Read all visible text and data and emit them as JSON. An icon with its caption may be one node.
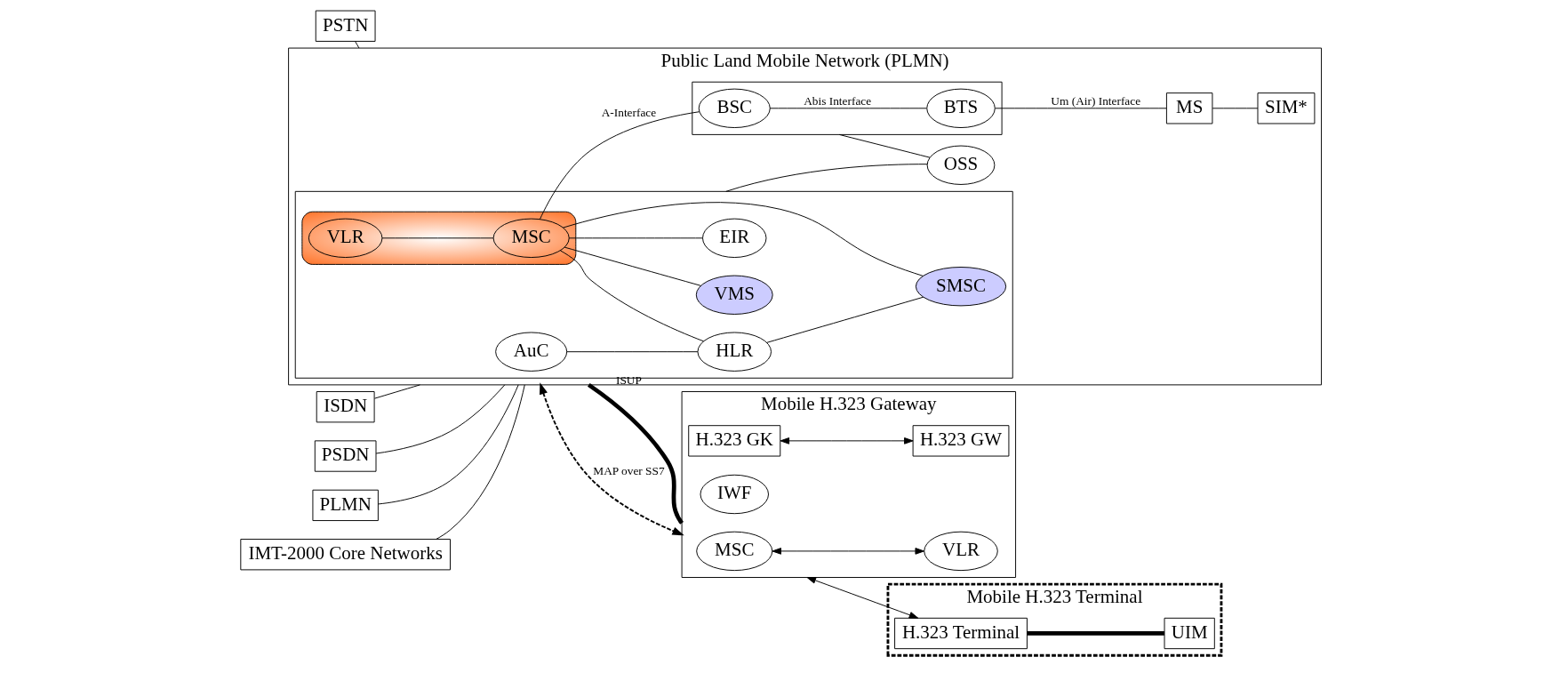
{
  "diagram": {
    "nodes": [
      {
        "text": [
          "PSTN"
        ]
      },
      {
        "text": [
          "ISDN"
        ]
      },
      {
        "text": [
          "PSDN"
        ]
      },
      {
        "text": [
          "PLMN"
        ]
      },
      {
        "text": [
          "IMT-2000 Core Networks"
        ]
      },
      {
        "text": [
          "Public Land Mobile Network (PLMN)"
        ]
      },
      {
        "text": [],
        "shape": "box",
        "in": 5
      },
      {
        "text": [
          "AuC"
        ],
        "in": 6
      },
      {
        "text": [
          "SMSC"
        ],
        "in": 6
      },
      {
        "text": [
          "HLR"
        ],
        "in": 6
      },
      {
        "text": [
          "VMS"
        ],
        "in": 6
      },
      {
        "text": [],
        "shape": "ellipse",
        "in": 6
      },
      {
        "text": [
          "VLR"
        ],
        "in": 11
      },
      {
        "text": [
          "EIR"
        ],
        "in": 6
      },
      {
        "text": [
          "MSC"
        ],
        "in": 11
      },
      {
        "text": [],
        "shape": "box",
        "in": 5
      },
      {
        "text": [
          "BSC"
        ],
        "in": 15
      },
      {
        "text": [
          "BTS"
        ],
        "in": 15
      },
      {
        "text": [
          "OSS"
        ],
        "in": 5
      },
      {
        "text": [
          "MS"
        ],
        "in": 5
      },
      {
        "text": [
          "SIM*"
        ],
        "in": 5
      },
      {
        "text": [
          "Mobile H.323 Gateway"
        ]
      },
      {
        "text": [
          "MSC"
        ],
        "in": 21
      },
      {
        "text": [
          "VLR"
        ],
        "in": 21
      },
      {
        "text": [
          "IWF"
        ],
        "in": 21
      },
      {
        "text": [
          "H.323 GK"
        ],
        "in": 21
      },
      {
        "text": [
          "H.323 GW"
        ],
        "in": 21
      },
      {
        "text": [
          "Mobile H.323 Terminal"
        ]
      },
      {
        "text": [
          "H.323 Terminal"
        ],
        "in": 27
      },
      {
        "text": [
          "UIM"
        ],
        "in": 27
      }
    ],
    "edges": [
      {
        "from": 0,
        "to": 5,
        "arrow": "none"
      },
      {
        "from": 1,
        "to": 5,
        "arrow": "none"
      },
      {
        "from": 2,
        "to": 5,
        "arrow": "none"
      },
      {
        "from": 3,
        "to": 5,
        "arrow": "none"
      },
      {
        "from": 4,
        "to": 5,
        "arrow": "none"
      },
      {
        "from": 7,
        "to": 9,
        "arrow": "none"
      },
      {
        "from": 9,
        "to": 8,
        "arrow": "none"
      },
      {
        "from": 14,
        "to": 9,
        "arrow": "none"
      },
      {
        "from": 14,
        "to": 8,
        "arrow": "none"
      },
      {
        "from": 14,
        "to": 10,
        "arrow": "none"
      },
      {
        "from": 14,
        "to": 13,
        "arrow": "none"
      },
      {
        "from": 12,
        "to": 14,
        "arrow": "none"
      },
      {
        "from": 14,
        "to": 16,
        "label": "A-Interface",
        "arrow": "none"
      },
      {
        "from": 16,
        "to": 17,
        "label": "Abis Interface",
        "arrow": "none"
      },
      {
        "from": 17,
        "to": 19,
        "label": "Um (Air) Interface",
        "arrow": "none"
      },
      {
        "from": 19,
        "to": 20,
        "arrow": "none"
      },
      {
        "from": 15,
        "to": 18,
        "arrow": "none"
      },
      {
        "from": 6,
        "to": 18,
        "arrow": "none"
      },
      {
        "from": 5,
        "to": 21,
        "label": "ISUP",
        "arrow": "none",
        "style": "thick"
      },
      {
        "from": 5,
        "to": 21,
        "label": "MAP over SS7",
        "arrow": "both",
        "style": "dashed"
      },
      {
        "from": 22,
        "to": 23,
        "arrow": "both"
      },
      {
        "from": 25,
        "to": 26,
        "arrow": "both"
      },
      {
        "from": 21,
        "to": 28,
        "arrow": "both"
      },
      {
        "from": 28,
        "to": 29,
        "arrow": "none",
        "style": "thick"
      }
    ]
  }
}
